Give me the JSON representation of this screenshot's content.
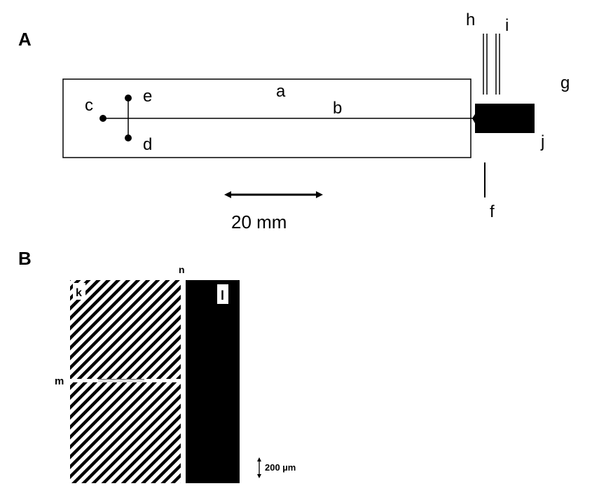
{
  "panel_a": {
    "title": "A",
    "labels": {
      "a": "a",
      "b": "b",
      "c": "c",
      "d": "d",
      "e": "e",
      "f": "f",
      "g": "g",
      "h": "h",
      "i": "i",
      "j": "j"
    },
    "scale_text": "20 mm"
  },
  "panel_b": {
    "title": "B",
    "labels": {
      "k": "k",
      "l": "l",
      "m": "m",
      "n": "n"
    },
    "scale_text": "200 µm"
  },
  "colors": {
    "ink": "#000000",
    "background": "#ffffff",
    "channel_fill": "#888888"
  }
}
